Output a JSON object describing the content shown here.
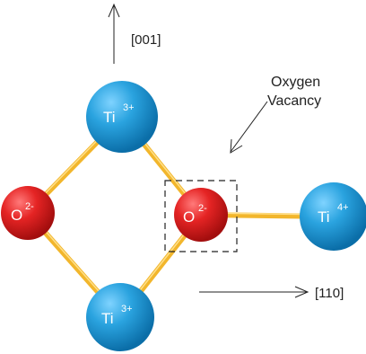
{
  "labels": {
    "direction_001": "[001]",
    "direction_110": "[110]",
    "oxygen_vacancy_line1": "Oxygen",
    "oxygen_vacancy_line2": "Vacancy"
  },
  "atoms": {
    "ti3_top": {
      "symbol": "Ti",
      "charge": "3+"
    },
    "ti3_bottom": {
      "symbol": "Ti",
      "charge": "3+"
    },
    "ti4_right": {
      "symbol": "Ti",
      "charge": "4+"
    },
    "o_left": {
      "symbol": "O",
      "charge": "2-"
    },
    "o_vacancy": {
      "symbol": "O",
      "charge": "2-"
    }
  },
  "colors": {
    "titanium": "#1e96d2",
    "oxygen": "#e31e1e",
    "bond": "#f2b62c",
    "arrow": "#222222",
    "vacancy_box": "#222222"
  }
}
